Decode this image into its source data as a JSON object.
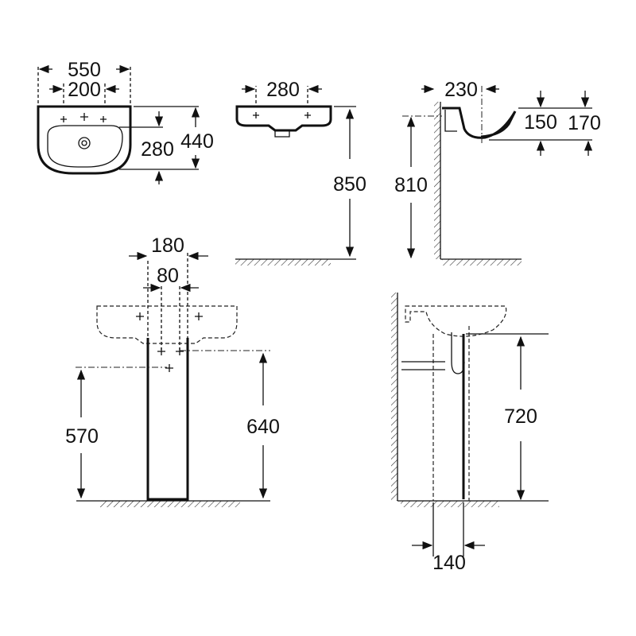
{
  "title": "Washbasin with pedestal technical dimensions (mm)",
  "top_view": {
    "width_label": "550",
    "tap_spacing_label": "200",
    "bowl_depth_label": "280",
    "depth_label": "440"
  },
  "front_view": {
    "width_label": "280",
    "height_label": "850"
  },
  "side_view": {
    "projection_label": "230",
    "bowl_height_label": "150",
    "total_height_label": "170",
    "mount_height_label": "810"
  },
  "pedestal_front": {
    "pedestal_width_label": "180",
    "inner_width_label": "80",
    "supply_height_label": "570",
    "waste_height_label": "640"
  },
  "pedestal_side": {
    "height_label": "720",
    "depth_label": "140"
  }
}
